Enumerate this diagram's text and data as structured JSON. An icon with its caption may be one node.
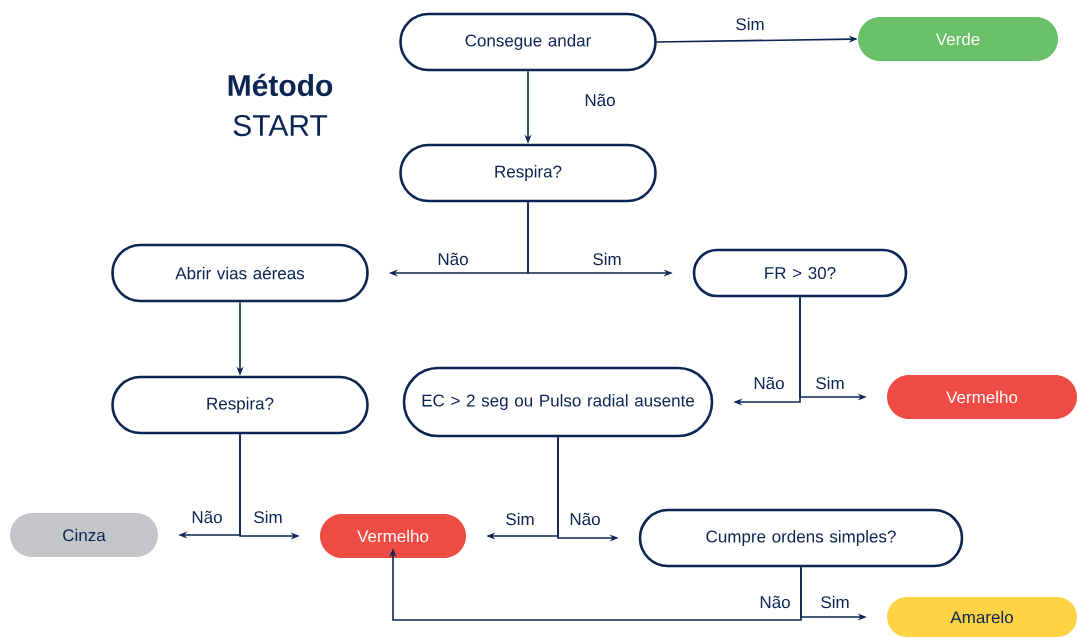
{
  "diagram": {
    "title": "**Método** START",
    "nodes": [
      {
        "text": [
          "Consegue andar"
        ]
      },
      {
        "text": [
          "Verde"
        ]
      },
      {
        "text": [
          "Respira?"
        ]
      },
      {
        "text": [
          "Abrir vias aéreas"
        ]
      },
      {
        "text": [
          "FR > 30?"
        ]
      },
      {
        "text": [
          "Respira?"
        ]
      },
      {
        "text": [
          "EC > 2 seg ou Pulso radial ausente"
        ]
      },
      {
        "text": [
          "Vermelho"
        ]
      },
      {
        "text": [
          "Cinza"
        ]
      },
      {
        "text": [
          "Vermelho"
        ]
      },
      {
        "text": [
          "Cumpre ordens simples?"
        ]
      },
      {
        "text": [
          "Amarelo"
        ]
      }
    ],
    "edges": [
      {
        "from": 0,
        "to": 1,
        "arrow": "to",
        "label": "Sim"
      },
      {
        "from": 0,
        "to": 2,
        "arrow": "to",
        "label": "Não"
      },
      {
        "from": 2,
        "to": 3,
        "arrow": "to",
        "label": "Não"
      },
      {
        "from": 2,
        "to": 4,
        "arrow": "to",
        "label": "Sim"
      },
      {
        "from": 3,
        "to": 5,
        "arrow": "to"
      },
      {
        "from": 4,
        "to": 6,
        "arrow": "to",
        "label": "Não"
      },
      {
        "from": 4,
        "to": 7,
        "arrow": "to",
        "label": "Sim"
      },
      {
        "from": 5,
        "to": 8,
        "arrow": "to",
        "label": "Não"
      },
      {
        "from": 5,
        "to": 9,
        "arrow": "to",
        "label": "Sim"
      },
      {
        "from": 6,
        "to": 9,
        "arrow": "to",
        "label": "Sim"
      },
      {
        "from": 6,
        "to": 10,
        "arrow": "to",
        "label": "Não"
      },
      {
        "from": 10,
        "to": 9,
        "arrow": "to",
        "label": "Não"
      },
      {
        "from": 10,
        "to": 11,
        "arrow": "to",
        "label": "Sim"
      }
    ]
  }
}
